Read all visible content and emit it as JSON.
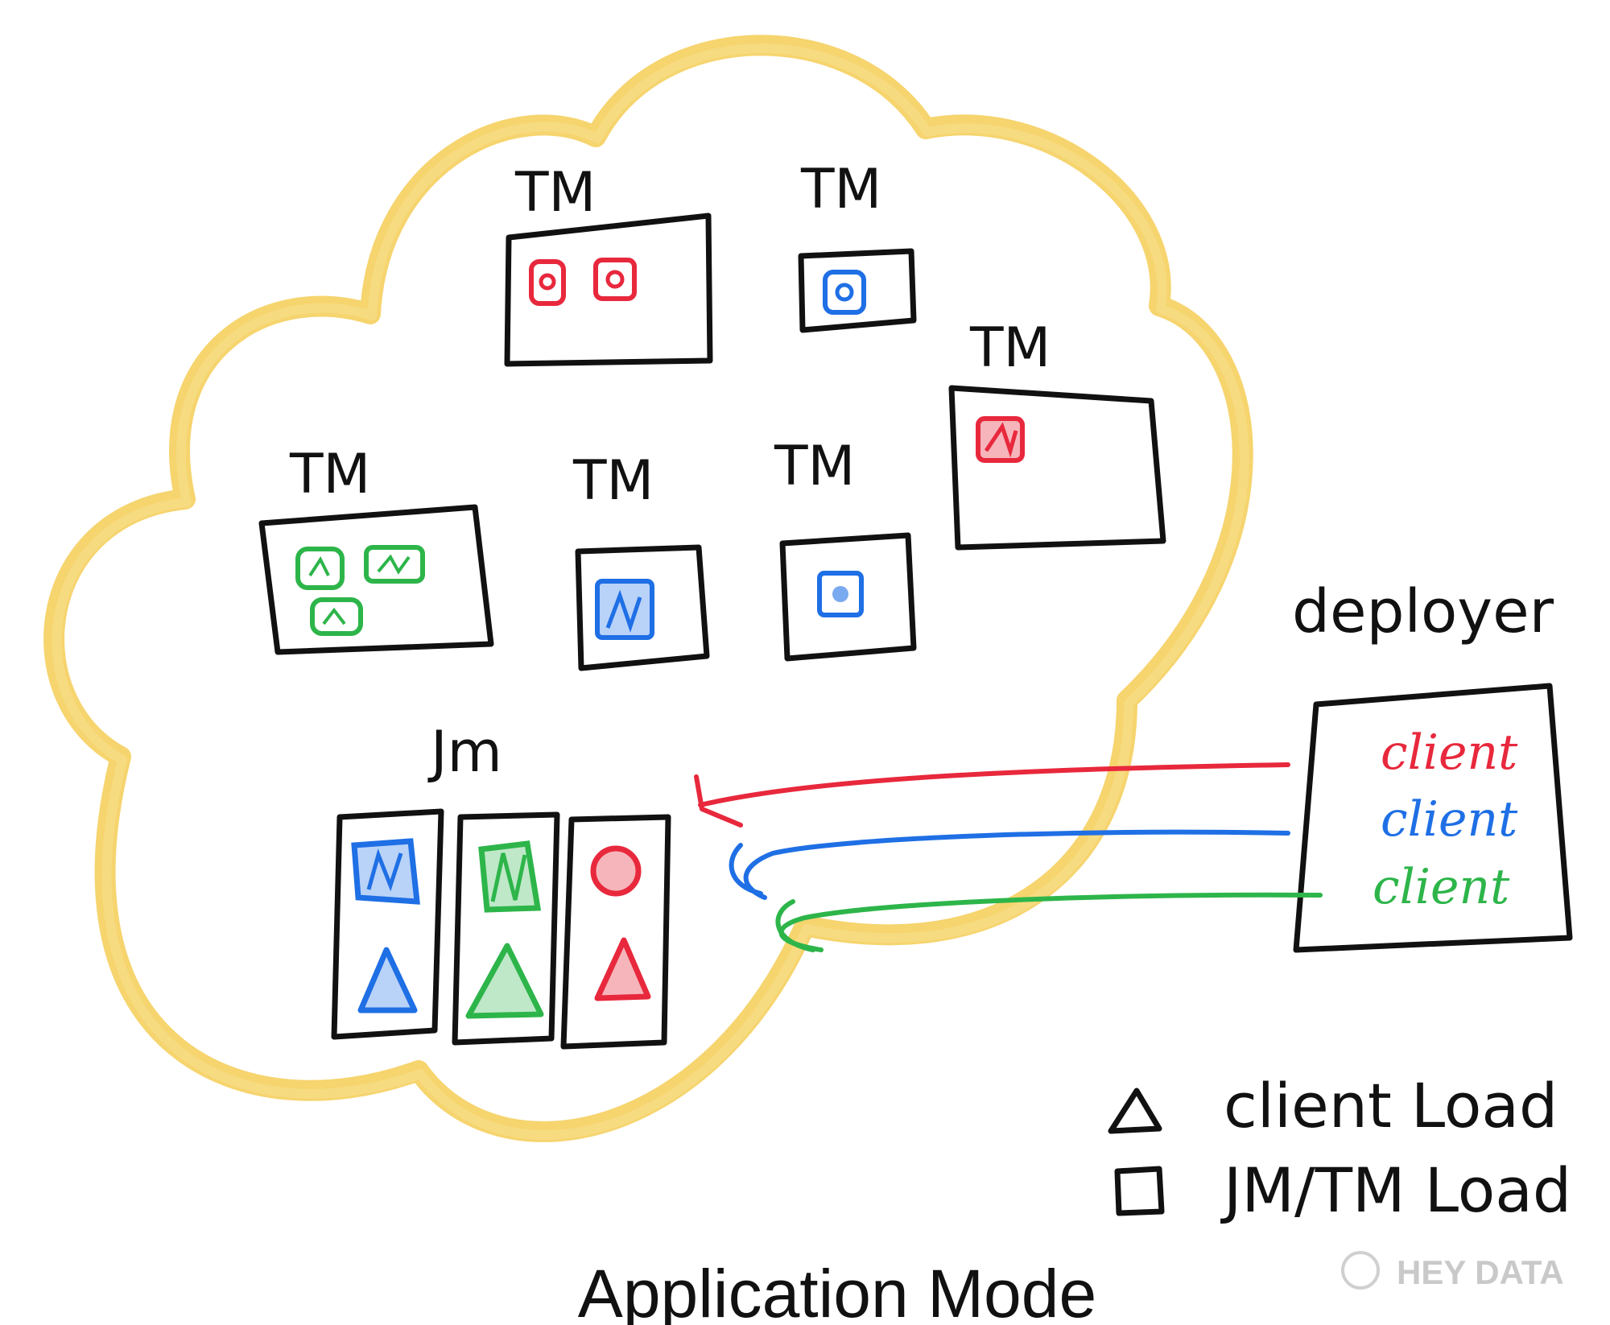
{
  "diagram": {
    "caption": "Application Mode",
    "task_managers": [
      {
        "label": "TM"
      },
      {
        "label": "TM"
      },
      {
        "label": "TM"
      },
      {
        "label": "TM"
      },
      {
        "label": "TM"
      },
      {
        "label": "TM"
      }
    ],
    "job_manager": {
      "label": "Jm"
    },
    "deployer": {
      "label": "deployer",
      "clients": [
        {
          "label": "client",
          "color": "#e8283c"
        },
        {
          "label": "client",
          "color": "#1f6fe5"
        },
        {
          "label": "client",
          "color": "#2db54a"
        }
      ]
    },
    "legend": {
      "triangle_label": "client Load",
      "square_label": "JM/TM Load"
    },
    "watermark": "HEY DATA",
    "colors": {
      "red": "#e8283c",
      "blue": "#1f6fe5",
      "green": "#2db54a",
      "cloud": "#f5cf5e",
      "ink": "#111111"
    }
  }
}
